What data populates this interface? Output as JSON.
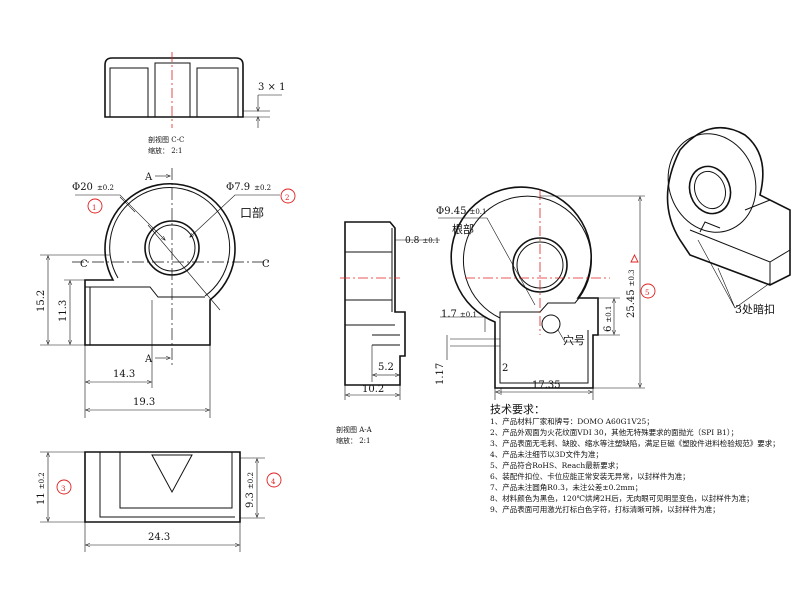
{
  "section_cc": {
    "dim_chamfer": "3 × 1",
    "title": "剖视图 C-C",
    "scale": "缩放：  2:1"
  },
  "top_view": {
    "section_a_label": "A",
    "section_a_label2": "A",
    "section_c_label": "C",
    "section_c_label2": "C",
    "dia_outer": "Φ20",
    "dia_outer_tol": "±0.2",
    "balloon_1": "1",
    "dia_inner": "Φ7.9",
    "dia_inner_tol": "±0.2",
    "balloon_2": "2",
    "inner_note": "口部",
    "dim_height_total": "15.2",
    "dim_height_base": "11.3",
    "dim_width_base": "14.3",
    "dim_width_total": "19.3"
  },
  "bottom_view": {
    "dim_height_left": "11",
    "dim_height_left_tol": "±0.2",
    "balloon_3": "3",
    "dim_height_right": "9.3",
    "dim_height_right_tol": "±0.2",
    "balloon_4": "4",
    "dim_width": "24.3"
  },
  "section_aa": {
    "dim_wall": "0.8",
    "dim_wall_tol": "±0.1",
    "dim_52": "5.2",
    "dim_102": "10.2",
    "title": "剖视图 A-A",
    "scale": "缩放：  2:1"
  },
  "front_view": {
    "dia_root": "Φ9.45",
    "dia_root_tol": "±0.1",
    "root_note": "根部",
    "dim_17": "1.7",
    "dim_17_tol": "±0.1",
    "dim_117": "1.17",
    "dim_2": "2",
    "dim_1735": "17.35",
    "dim_6": "6",
    "dim_6_tol": "±0.1",
    "cavity_note": "穴号",
    "dim_2545": "25.45",
    "dim_2545_tol": "±0.3",
    "balloon_5": "5"
  },
  "iso_view": {
    "snap_note": "3处暗扣"
  },
  "requirements": {
    "title": "技术要求：",
    "items": [
      "1、产品材料厂家和牌号：DOMO A60G1V25；",
      "2、产品外观面为火花纹面VDI 30，其他无特殊要求的面抛光（SPI B1）；",
      "3、产品表面无毛刺、缺胶、缩水等注塑缺陷，满足巨磁《塑胶件进料检验规范》要求；",
      "4、产品未注细节以3D文件为准；",
      "5、产品符合RoHS、Reach最新要求；",
      "6、装配件扣位、卡位应能正常安装无异常，以封样件为准；",
      "7、产品未注圆角R0.3，未注公差±0.2mm；",
      "8、材料颜色为黑色，120℃烘烤2H后，无肉眼可见明显变色，以封样件为准；",
      "9、产品表面可用激光打标白色字符，打标清晰可辨，以封样件为准；"
    ]
  },
  "colors": {
    "annotation_red": "#e02020",
    "line": "#111111"
  }
}
